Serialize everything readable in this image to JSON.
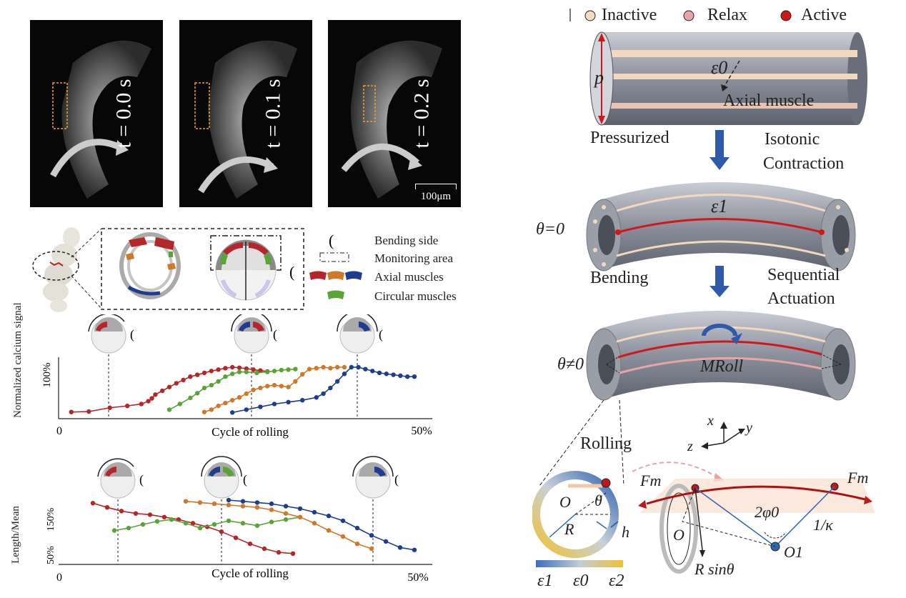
{
  "micrographs": [
    {
      "time_label": "t = 0.0 s"
    },
    {
      "time_label": "t = 0.1 s"
    },
    {
      "time_label": "t = 0.2 s"
    }
  ],
  "scale_bar": "100μm",
  "legend_left": {
    "bending_side": "Bending side",
    "monitoring_area": "Monitoring area",
    "axial_muscles": "Axial muscles",
    "circular_muscles": "Circular muscles"
  },
  "chart_data": [
    {
      "type": "line",
      "ylabel": "Normalized calcium signal",
      "ytick": "100%",
      "xlabel": "Cycle of rolling",
      "xticks": [
        "0",
        "50%"
      ],
      "series": [
        {
          "color": "#b5262b",
          "x": [
            2,
            7,
            13,
            18,
            22,
            24,
            25,
            26,
            28,
            30,
            32,
            34,
            36,
            38,
            40,
            42,
            44,
            46,
            48,
            50,
            52,
            54,
            56,
            58
          ],
          "y": [
            5,
            6,
            14,
            18,
            22,
            28,
            34,
            42,
            50,
            58,
            66,
            73,
            80,
            84,
            88,
            92,
            95,
            98,
            100,
            99,
            97,
            95,
            93,
            91
          ]
        },
        {
          "color": "#5aa436",
          "x": [
            30,
            33,
            36,
            38,
            40,
            42,
            44,
            46,
            48,
            50,
            52,
            55,
            58,
            60,
            62,
            64,
            66
          ],
          "y": [
            10,
            22,
            35,
            45,
            56,
            62,
            70,
            80,
            86,
            90,
            90,
            88,
            90,
            92,
            94,
            95,
            96
          ]
        },
        {
          "color": "#d07829",
          "x": [
            40,
            42,
            44,
            46,
            48,
            50,
            52,
            54,
            56,
            58,
            60,
            62,
            64,
            66,
            68,
            70,
            72,
            74,
            76,
            78,
            80
          ],
          "y": [
            5,
            10,
            18,
            24,
            30,
            36,
            44,
            52,
            56,
            60,
            62,
            60,
            58,
            70,
            85,
            96,
            98,
            100,
            98,
            100,
            100
          ]
        },
        {
          "color": "#1f3c8f",
          "x": [
            48,
            52,
            56,
            60,
            64,
            68,
            72,
            74,
            76,
            78,
            80,
            82,
            84,
            86,
            88,
            90,
            92,
            94,
            96,
            98,
            100
          ],
          "y": [
            4,
            10,
            16,
            22,
            26,
            30,
            36,
            44,
            56,
            70,
            86,
            100,
            100,
            96,
            92,
            88,
            86,
            84,
            82,
            80,
            80
          ]
        }
      ]
    },
    {
      "type": "line",
      "ylabel": "Length/Mean",
      "yticks": [
        "150%",
        "50%"
      ],
      "xlabel": "Cycle of rolling",
      "xticks": [
        "0",
        "50%"
      ],
      "series": [
        {
          "color": "#b5262b",
          "x": [
            8,
            12,
            16,
            20,
            24,
            28,
            32,
            36,
            40,
            44,
            48,
            52,
            56,
            60,
            64
          ],
          "y": [
            145,
            138,
            132,
            128,
            126,
            122,
            118,
            112,
            106,
            98,
            88,
            78,
            70,
            64,
            62
          ]
        },
        {
          "color": "#5aa436",
          "x": [
            14,
            18,
            22,
            26,
            30,
            34,
            38,
            42,
            46,
            50,
            54,
            58,
            62,
            66
          ],
          "y": [
            100,
            104,
            110,
            115,
            118,
            112,
            104,
            110,
            116,
            112,
            108,
            114,
            118,
            122
          ]
        },
        {
          "color": "#d07829",
          "x": [
            34,
            38,
            42,
            46,
            50,
            54,
            58,
            62,
            66,
            70,
            74,
            78,
            82,
            86
          ],
          "y": [
            148,
            146,
            144,
            142,
            140,
            138,
            134,
            128,
            122,
            112,
            100,
            90,
            78,
            70
          ]
        },
        {
          "color": "#1f3c8f",
          "x": [
            46,
            50,
            54,
            58,
            62,
            66,
            70,
            74,
            78,
            82,
            86,
            90,
            94,
            98
          ],
          "y": [
            150,
            148,
            146,
            144,
            140,
            136,
            130,
            124,
            116,
            104,
            92,
            82,
            72,
            68
          ]
        }
      ]
    }
  ],
  "right_panel": {
    "legend": {
      "inactive": "Inactive",
      "relax": "Relax",
      "active": "Active"
    },
    "p_symbol": "p",
    "epsilon0": "ε0",
    "axial_muscle": "Axial muscle",
    "pressurized": "Pressurized",
    "isotonic": "Isotonic",
    "contraction": "Contraction",
    "theta_zero": "θ=0",
    "epsilon1": "ε1",
    "bending": "Bending",
    "sequential": "Sequential",
    "actuation": "Actuation",
    "theta_nonzero": "θ≠0",
    "m_roll": "MRoll",
    "rolling": "Rolling",
    "axes": {
      "x": "x",
      "y": "y",
      "z": "z"
    },
    "cross_labels": {
      "O": "O",
      "theta": "θ",
      "R": "R",
      "h": "h"
    },
    "force_labels": {
      "fm": "Fm",
      "two_phi": "2φ0",
      "kappa": "1/κ",
      "O": "O",
      "O1": "O1",
      "r_sin": "R sinθ"
    },
    "colorbar": {
      "e1": "ε1",
      "e0": "ε0",
      "e2": "ε2"
    }
  }
}
